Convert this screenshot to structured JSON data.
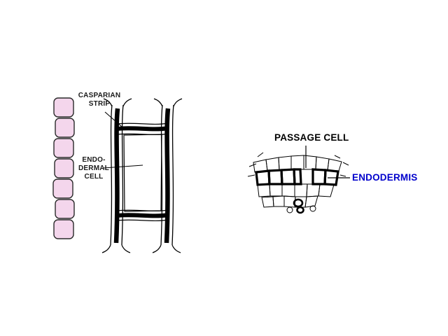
{
  "slide": {
    "background": "#ffffff"
  },
  "figures": {
    "left": {
      "labels": {
        "casparian_strip": "CASPARIAN\nSTRIP",
        "endodermal_cell": "ENDO-\nDERMAL\nCELL"
      }
    },
    "right": {
      "labels": {
        "passage_cell": "PASSAGE CELL",
        "endodermis": "ENDODERMIS"
      }
    },
    "colors": {
      "cell_fill": "#f4d6ec",
      "outline": "#2a2a2a",
      "casparian_strip_black": "#000000",
      "endodermis_label_blue": "#0000cc",
      "label_text": "#1a1a1a"
    }
  }
}
